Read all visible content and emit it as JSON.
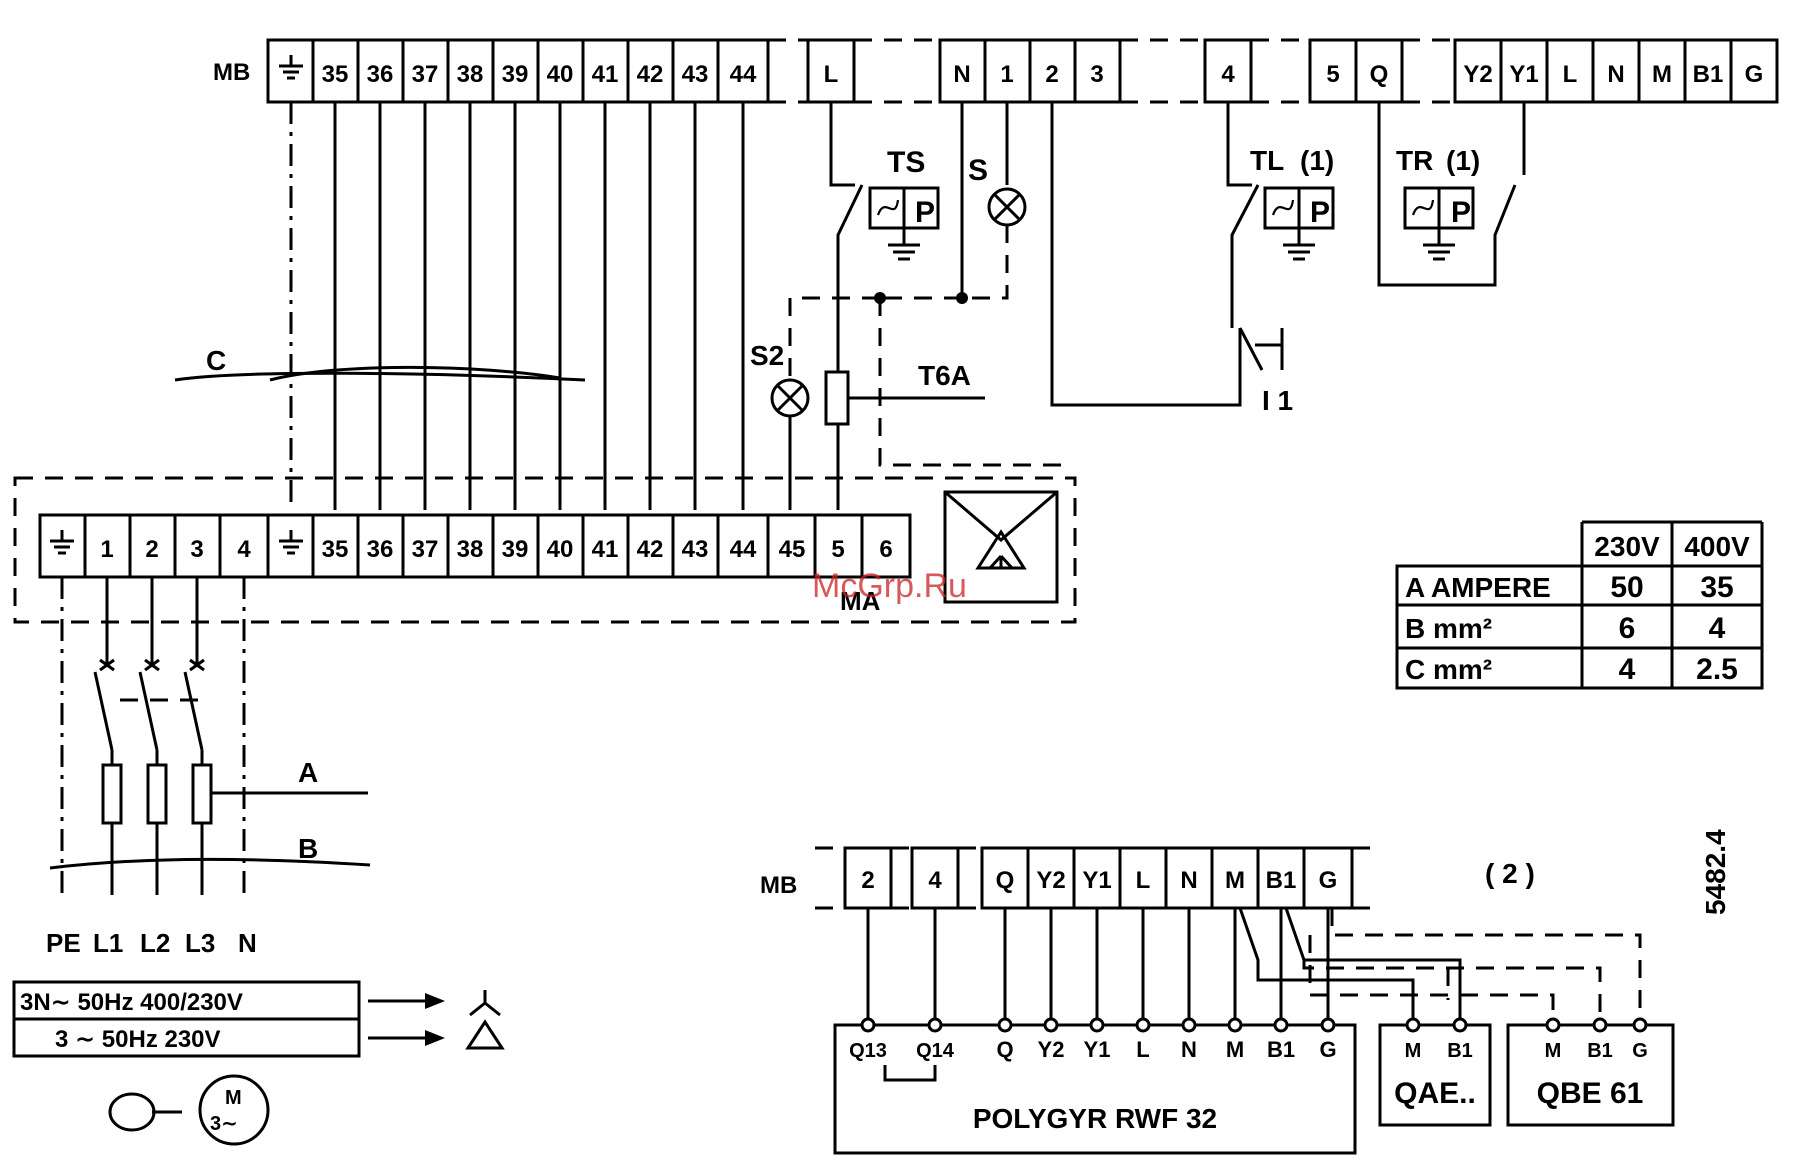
{
  "mb_label": "MB",
  "top_terminals": {
    "group1": [
      "35",
      "36",
      "37",
      "38",
      "39",
      "40",
      "41",
      "42",
      "43",
      "44"
    ],
    "l": "L",
    "group2": [
      "N",
      "1",
      "2",
      "3"
    ],
    "four": "4",
    "group3": [
      "5",
      "Q"
    ],
    "group4": [
      "Y2",
      "Y1",
      "L",
      "N",
      "M",
      "B1",
      "G"
    ]
  },
  "bottom_terminals": [
    "1",
    "2",
    "3",
    "4",
    "35",
    "36",
    "37",
    "38",
    "39",
    "40",
    "41",
    "42",
    "43",
    "44",
    "45",
    "5",
    "6"
  ],
  "labels": {
    "c": "C",
    "a": "A",
    "b": "B",
    "ts": "TS",
    "s": "S",
    "s2": "S2",
    "t6a": "T6A",
    "tl": "TL",
    "tl_note": "(1)",
    "tr": "TR",
    "tr_note": "(1)",
    "i1": "I 1",
    "ma": "MA",
    "p": "P",
    "note2": "( 2 )",
    "drawing_no": "5482.4"
  },
  "supply": {
    "lines": [
      "PE",
      "L1",
      "L2",
      "L3",
      "N"
    ],
    "row1": "3N∼ 50Hz  400/230V",
    "row2": "3  ∼ 50Hz  230V",
    "motor_label": "M",
    "motor_sub": "3∼"
  },
  "spec_table": {
    "headers": [
      "230V",
      "400V"
    ],
    "rows": [
      {
        "label": "A  AMPERE",
        "v230": "50",
        "v400": "35"
      },
      {
        "label": "B     mm²",
        "v230": "6",
        "v400": "4"
      },
      {
        "label": "C     mm²",
        "v230": "4",
        "v400": "2.5"
      }
    ]
  },
  "lower_mb": {
    "label": "MB",
    "t2": "2",
    "t4": "4",
    "group": [
      "Q",
      "Y2",
      "Y1",
      "L",
      "N",
      "M",
      "B1",
      "G"
    ]
  },
  "devices": {
    "polygyr": {
      "name": "POLYGYR  RWF  32",
      "terminals": [
        "Q13",
        "Q14",
        "Q",
        "Y2",
        "Y1",
        "L",
        "N",
        "M",
        "B1",
        "G"
      ]
    },
    "qae": {
      "name": "QAE..",
      "terminals": [
        "M",
        "B1"
      ]
    },
    "qbe": {
      "name": "QBE 61",
      "terminals": [
        "M",
        "B1",
        "G"
      ]
    }
  },
  "watermark": "McGrp.Ru"
}
